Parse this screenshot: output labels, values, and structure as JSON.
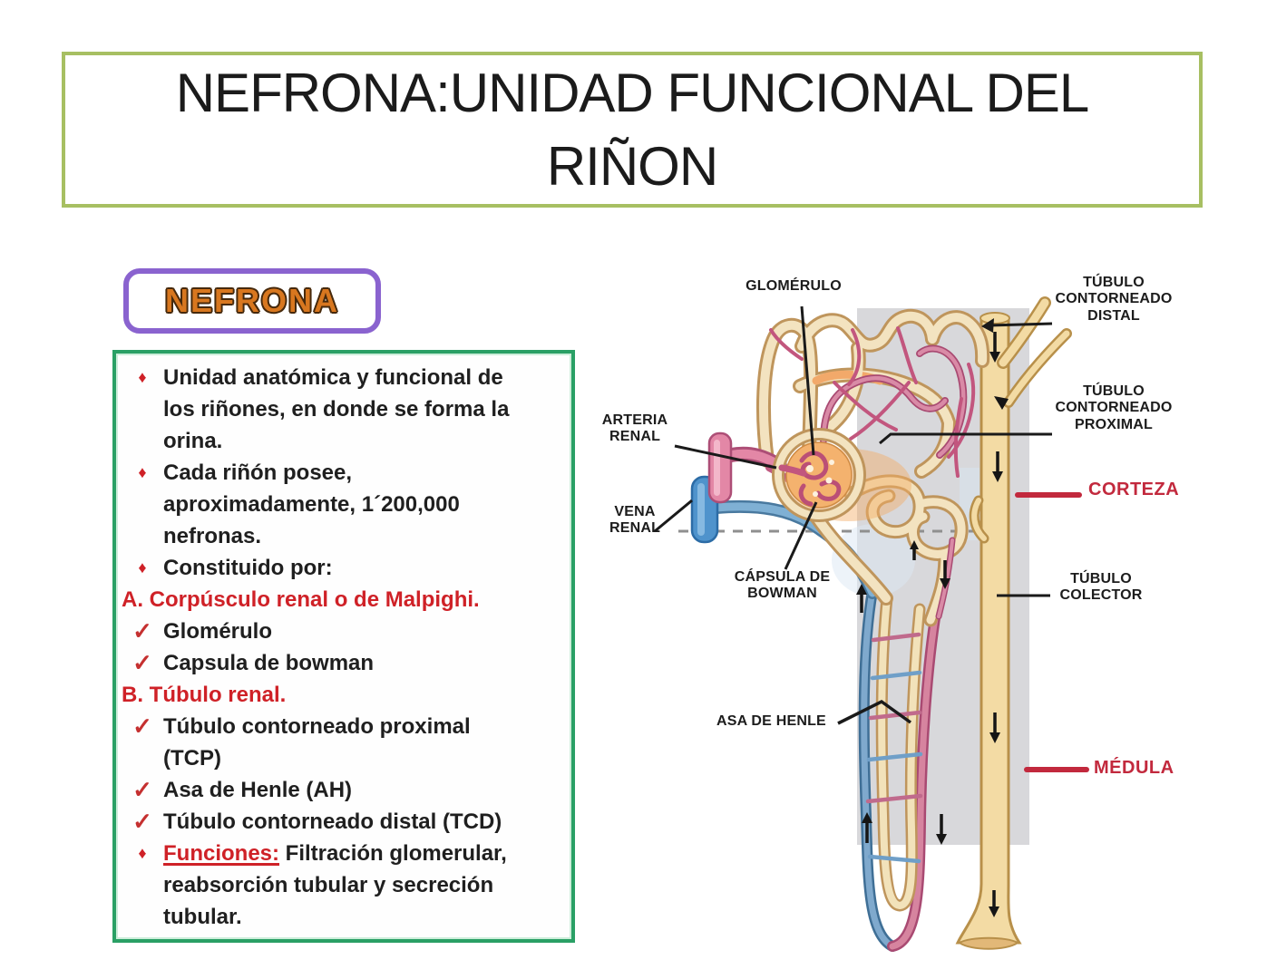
{
  "slide": {
    "title": "NEFRONA:UNIDAD FUNCIONAL DEL RIÑON",
    "heading": "NEFRONA"
  },
  "glyphs": {
    "diamond": "♦",
    "check": "✓"
  },
  "info_box": {
    "items": [
      {
        "marker": "diamond",
        "text": "Unidad anatómica y funcional de\nlos riñones, en donde se forma la\norina."
      },
      {
        "marker": "diamond",
        "text": "Cada riñón posee,\naproximadamente, 1´200,000\nnefronas."
      },
      {
        "marker": "diamond",
        "text": "Constituido por:"
      },
      {
        "marker": "none",
        "style": "red",
        "text": "A. Corpúsculo renal o de Malpighi."
      },
      {
        "marker": "check",
        "text": "Glomérulo"
      },
      {
        "marker": "check",
        "text": "Capsula de bowman"
      },
      {
        "marker": "none",
        "style": "red",
        "text": "B. Túbulo renal."
      },
      {
        "marker": "check",
        "text": "Túbulo contorneado proximal\n(TCP)"
      },
      {
        "marker": "check",
        "text": "Asa de Henle (AH)"
      },
      {
        "marker": "check",
        "text": "Túbulo contorneado distal (TCD)"
      },
      {
        "marker": "diamond",
        "lead": "Funciones:",
        "text": " Filtración glomerular,\nreabsorción tubular y secreción\ntubular."
      }
    ]
  },
  "diagram": {
    "labels": {
      "glomerulo": "GLOMÉRULO",
      "tubulo_contorneado_distal": "TÚBULO CONTORNEADO DISTAL",
      "arteria_renal": "ARTERIA RENAL",
      "tubulo_contorneado_proximal": "TÚBULO CONTORNEADO PROXIMAL",
      "vena_renal": "VENA RENAL",
      "corteza": "CORTEZA",
      "capsula_de_bowman": "CÁPSULA DE BOWMAN",
      "tubulo_colector": "TÚBULO COLECTOR",
      "asa_de_henle": "ASA DE HENLE",
      "medula": "MÉDULA"
    }
  },
  "colors": {
    "title_border": "#a7bf62",
    "nefrona_border": "#8a63cf",
    "nefrona_text": "#d8771f",
    "info_box_border": "#2aa065",
    "bullet_red": "#cf2127",
    "region_label_red": "#c2293d",
    "tubule_tan": "#f3dba4",
    "vessel_pink": "#d98aa6",
    "vein_blue": "#7fa9cd",
    "medulla_band_grey": "#d8d8db"
  }
}
